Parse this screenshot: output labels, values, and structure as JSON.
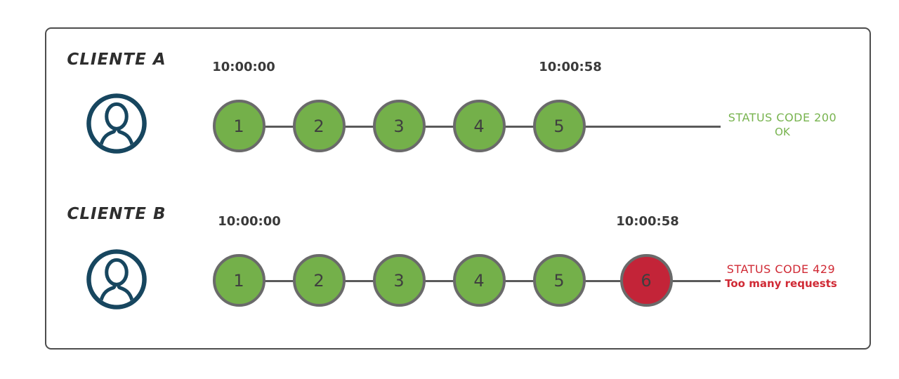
{
  "diagram_title": "rate-limiting-clients",
  "colors": {
    "request_ok": "#74b04a",
    "request_limited": "#c32438",
    "circle_border": "#6a6a6a",
    "timeline": "#5a5a5a",
    "status_ok_text": "#77b34e",
    "status_limited_text": "#d02a35",
    "client_icon": "#17465f",
    "label_text": "#2e2e2e",
    "timestamp_text": "#3a3a3a",
    "number_text": "#3f3f3f",
    "frame_border": "#4d4d4d"
  },
  "rows": [
    {
      "client_label": "CLIENTE A",
      "start_time": "10:00:00",
      "end_time": "10:00:58",
      "requests": [
        {
          "number": "1",
          "state": "ok"
        },
        {
          "number": "2",
          "state": "ok"
        },
        {
          "number": "3",
          "state": "ok"
        },
        {
          "number": "4",
          "state": "ok"
        },
        {
          "number": "5",
          "state": "ok"
        }
      ],
      "status": {
        "line1": "STATUS CODE 200",
        "line2": "OK",
        "state": "ok"
      }
    },
    {
      "client_label": "CLIENTE B",
      "start_time": "10:00:00",
      "end_time": "10:00:58",
      "requests": [
        {
          "number": "1",
          "state": "ok"
        },
        {
          "number": "2",
          "state": "ok"
        },
        {
          "number": "3",
          "state": "ok"
        },
        {
          "number": "4",
          "state": "ok"
        },
        {
          "number": "5",
          "state": "ok"
        },
        {
          "number": "6",
          "state": "limited"
        }
      ],
      "status": {
        "line1": "STATUS CODE 429",
        "line2": "Too many requests",
        "state": "limited"
      }
    }
  ]
}
